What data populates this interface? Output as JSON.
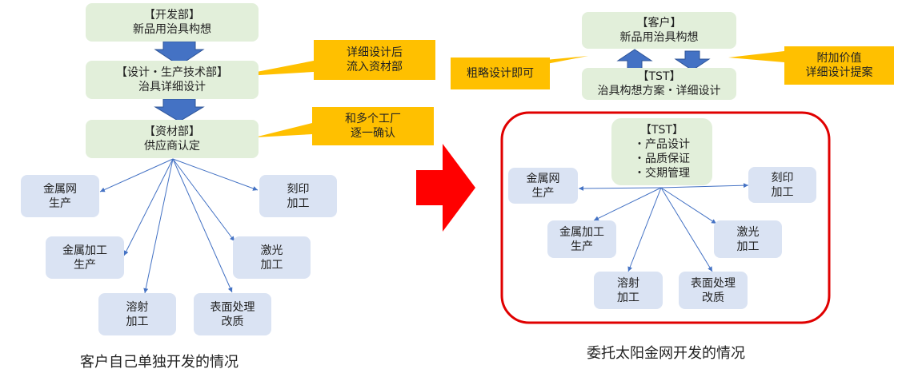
{
  "left": {
    "dev_dept": [
      "【开发部】",
      "新品用治具构想"
    ],
    "design_dept": [
      "【设计・生产技术部】",
      "治具详细设计"
    ],
    "material_dept": [
      "【资材部】",
      "供应商认定"
    ],
    "note_detail": [
      "详细设计后",
      "流入资材部"
    ],
    "note_confirm": [
      "和多个工厂",
      "逐一确认"
    ],
    "suppliers": {
      "mesh": [
        "金属网",
        "生产"
      ],
      "metalwork": [
        "金属加工",
        "生产"
      ],
      "welding": [
        "溶射",
        "加工"
      ],
      "surface": [
        "表面处理",
        "改质"
      ],
      "laser": [
        "激光",
        "加工"
      ],
      "engrave": [
        "刻印",
        "加工"
      ]
    },
    "caption": "客户自己单独开发的情况"
  },
  "right": {
    "customer": [
      "【客户】",
      "新品用治具构想"
    ],
    "tst_top": [
      "【TST】",
      "治具构想方案・详细设计"
    ],
    "note_rough": "粗略设计即可",
    "note_value": [
      "附加价值",
      "详细设计提案"
    ],
    "tst_center": [
      "【TST】",
      "・产品设计",
      "・品质保证",
      "・交期管理"
    ],
    "suppliers": {
      "mesh": [
        "金属网",
        "生产"
      ],
      "engrave": [
        "刻印",
        "加工"
      ],
      "metalwork": [
        "金属加工",
        "生产"
      ],
      "laser": [
        "激光",
        "加工"
      ],
      "welding": [
        "溶射",
        "加工"
      ],
      "surface": [
        "表面处理",
        "改质"
      ]
    },
    "caption": "委托太阳金网开发的情况"
  },
  "colors": {
    "green_box": "#e2efda",
    "blue_box": "#dae3f3",
    "note": "#ffc000",
    "arrow_fill": "#4472c4",
    "connector": "#4472c4",
    "big_arrow": "#ff0000",
    "frame": "#e00000"
  }
}
